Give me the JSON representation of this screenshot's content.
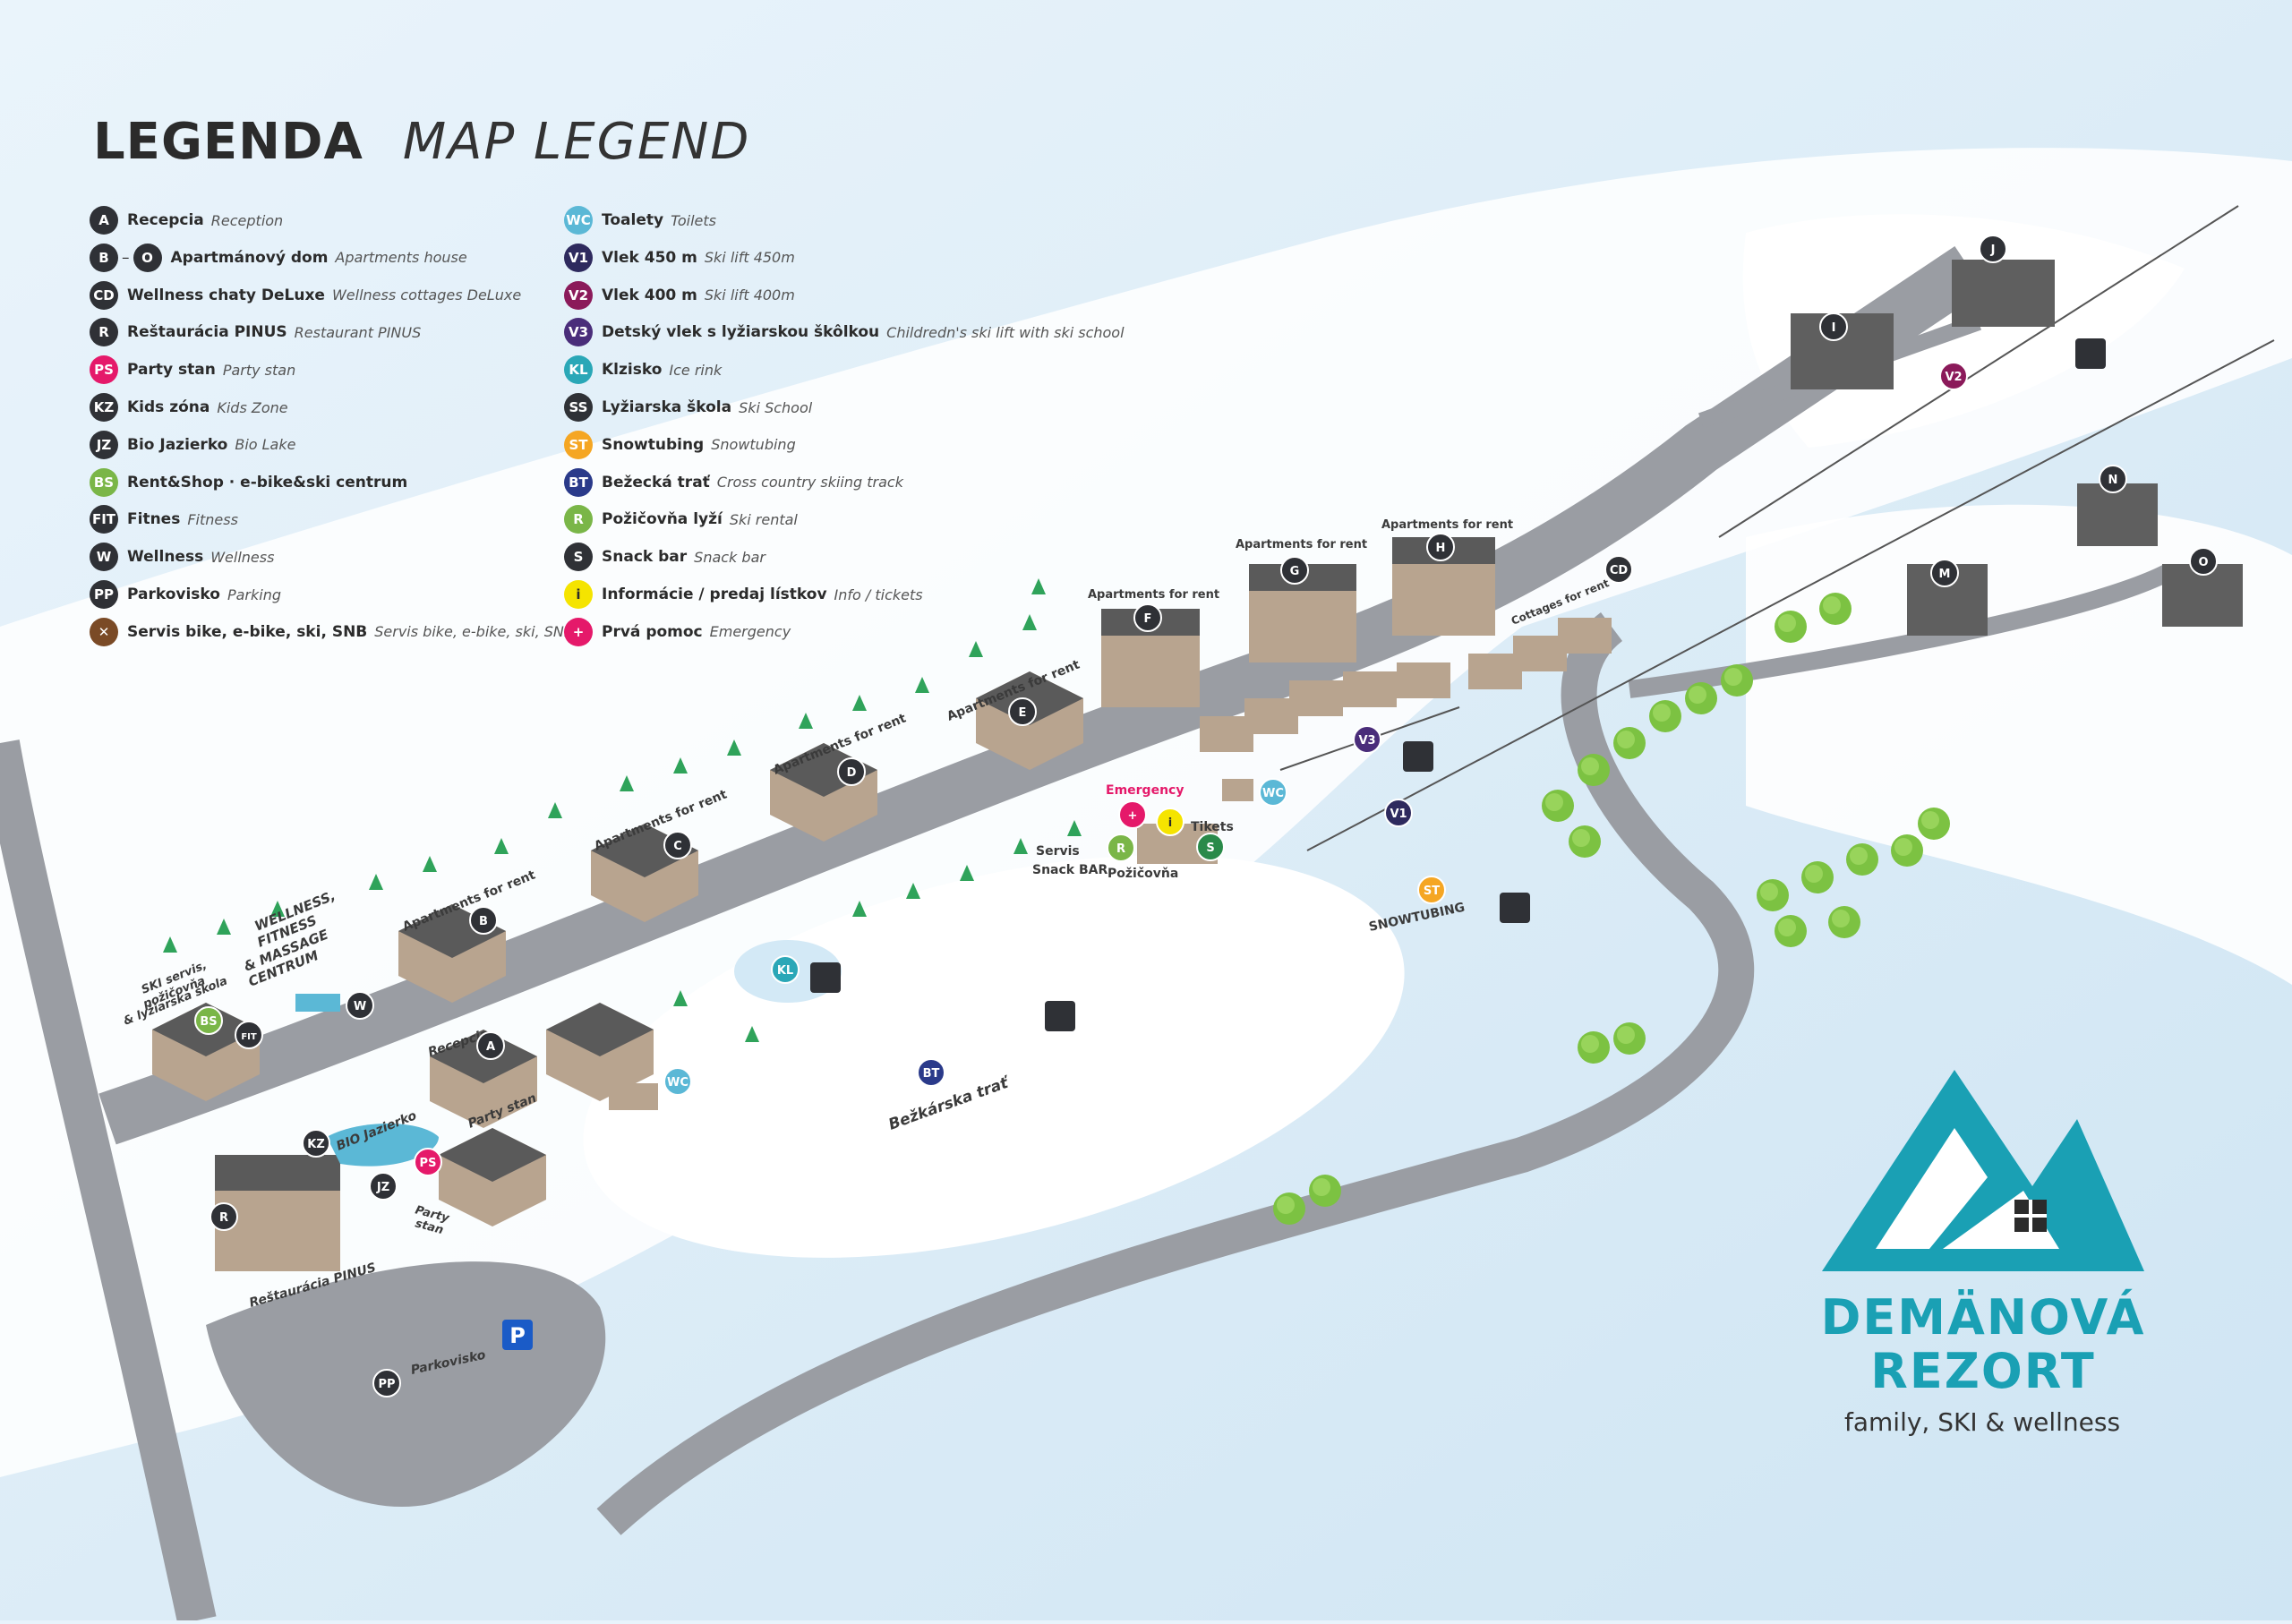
{
  "legend": {
    "title": "LEGENDA",
    "subtitle": "MAP LEGEND",
    "col1": [
      {
        "badge": "A",
        "color": "#2f3136",
        "name": "Recepcia",
        "en": "Reception"
      },
      {
        "badge": "B",
        "badge2": "O",
        "color": "#2f3136",
        "name": "Apartmánový dom",
        "en": "Apartments house"
      },
      {
        "badge": "CD",
        "color": "#2f3136",
        "name": "Wellness chaty DeLuxe",
        "en": "Wellness cottages DeLuxe"
      },
      {
        "badge": "R",
        "color": "#2f3136",
        "name": "Reštaurácia PINUS",
        "en": "Restaurant PINUS"
      },
      {
        "badge": "PS",
        "color": "#e5196a",
        "name": "Party stan",
        "en": "Party stan"
      },
      {
        "badge": "KZ",
        "color": "#2f3136",
        "name": "Kids zóna",
        "en": "Kids Zone"
      },
      {
        "badge": "JZ",
        "color": "#2f3136",
        "name": "Bio Jazierko",
        "en": "Bio Lake"
      },
      {
        "badge": "BS",
        "color": "#7ab648",
        "name": "Rent&Shop · e-bike&ski centrum",
        "en": ""
      },
      {
        "badge": "FIT",
        "color": "#2f3136",
        "name": "Fitnes",
        "en": "Fitness"
      },
      {
        "badge": "W",
        "color": "#2f3136",
        "name": "Wellness",
        "en": "Wellness"
      },
      {
        "badge": "PP",
        "color": "#2f3136",
        "name": "Parkovisko",
        "en": "Parking"
      },
      {
        "badge": "✕",
        "color": "#7a4a26",
        "name": "Servis bike, e-bike, ski, SNB",
        "en": "Servis bike, e-bike, ski, SNB"
      }
    ],
    "col2": [
      {
        "badge": "WC",
        "color": "#5bb8d6",
        "name": "Toalety",
        "en": "Toilets"
      },
      {
        "badge": "V1",
        "color": "#2e2a5e",
        "name": "Vlek 450 m",
        "en": "Ski lift 450m"
      },
      {
        "badge": "V2",
        "color": "#8b1a5a",
        "name": "Vlek 400 m",
        "en": "Ski lift 400m"
      },
      {
        "badge": "V3",
        "color": "#4a2d7a",
        "name": "Detský vlek s lyžiarskou škôlkou",
        "en": "Childredn's ski lift with ski school"
      },
      {
        "badge": "KL",
        "color": "#2aa7b7",
        "name": "Klzisko",
        "en": "Ice rink"
      },
      {
        "badge": "SS",
        "color": "#2f3136",
        "name": "Lyžiarska škola",
        "en": "Ski School"
      },
      {
        "badge": "ST",
        "color": "#f5a623",
        "name": "Snowtubing",
        "en": "Snowtubing"
      },
      {
        "badge": "BT",
        "color": "#2a3a8a",
        "name": "Bežecká trať",
        "en": "Cross country skiing track"
      },
      {
        "badge": "R",
        "color": "#7ab648",
        "name": "Požičovňa lyží",
        "en": "Ski rental"
      },
      {
        "badge": "S",
        "color": "#2f3136",
        "name": "Snack bar",
        "en": "Snack bar"
      },
      {
        "badge": "i",
        "color": "#f5e400",
        "name": "Informácie / predaj lístkov",
        "en": "Info / tickets"
      },
      {
        "badge": "+",
        "color": "#e5196a",
        "name": "Prvá pomoc",
        "en": "Emergency"
      }
    ]
  },
  "map_labels": {
    "apartments_for_rent": "Apartments for rent",
    "cottages_for_rent": "Cottages for rent",
    "wellness_centrum": [
      "WELLNESS,",
      "FITNESS",
      "& MASSAGE",
      "CENTRUM"
    ],
    "ski_servis": [
      "SKI servis,",
      "požičovňa",
      "& lyžiarska škola"
    ],
    "recepcia": "Recepcia",
    "bio_jazierko": "BIO Jazierko",
    "party_stan_a": "Party stan",
    "party_stan_b": [
      "Party",
      "stan"
    ],
    "restauracia": "Reštaurácia PINUS",
    "parkovisko": "Parkovisko",
    "bezkarska": "Bežkárska trať",
    "snowtubing": "SNOWTUBING",
    "emergency": "Emergency",
    "tikets": "Tikets",
    "servis": "Servis",
    "snack_bar": "Snack BAR",
    "pozicovna": "Požičovňa",
    "parking_p": "P"
  },
  "markers": {
    "A": "A",
    "B": "B",
    "C": "C",
    "D": "D",
    "E": "E",
    "F": "F",
    "G": "G",
    "H": "H",
    "I": "I",
    "J": "J",
    "M": "M",
    "N": "N",
    "O": "O",
    "CD": "CD",
    "W": "W",
    "FIT": "FIT",
    "BS": "BS",
    "KZ": "KZ",
    "JZ": "JZ",
    "R": "R",
    "PS": "PS",
    "PP": "PP",
    "WC": "WC",
    "KL": "KL",
    "BT": "BT",
    "ST": "ST",
    "V1": "V1",
    "V2": "V2",
    "V3": "V3",
    "S": "S",
    "R2": "R",
    "info": "i",
    "plus": "+"
  },
  "logo": {
    "line1": "DEMÄNOVÁ",
    "line2": "REZORT",
    "tagline": "family, SKI & wellness",
    "color": "#1aa0b4"
  },
  "colors": {
    "road": "#9a9da3",
    "snow": "#ffffff",
    "ice": "#d3e9f6",
    "building": "#b8a48f",
    "roof": "#5a5a5a",
    "tree_green": "#7cc242",
    "pine": "#2fa35a"
  }
}
